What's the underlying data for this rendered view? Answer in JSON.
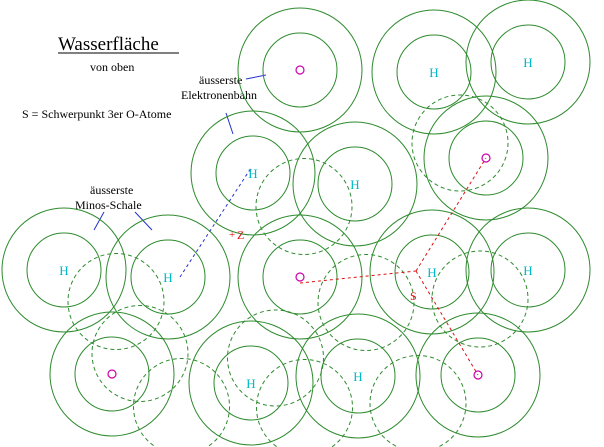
{
  "title": "Wasserfläche",
  "subtitle": "von oben",
  "labels": {
    "electron_orbit": [
      "äusserste",
      "Elektronenbahn"
    ],
    "centroid_legend": "S = Schwerpunkt 3er O-Atome",
    "minos_shell": [
      "äusserste",
      "Minos-Schale"
    ],
    "point_z": "Z",
    "point_s": "S"
  },
  "atoms": [
    {
      "id": "o-top",
      "symbol": "O",
      "marker": "circle"
    },
    {
      "id": "h-top-mid",
      "symbol": "H"
    },
    {
      "id": "h-top-right",
      "symbol": "H"
    },
    {
      "id": "h-upper-left",
      "symbol": "H"
    },
    {
      "id": "h-upper-mid",
      "symbol": "H"
    },
    {
      "id": "o-upper-right",
      "symbol": "O",
      "marker": "circle"
    },
    {
      "id": "h-left-1",
      "symbol": "H"
    },
    {
      "id": "h-left-2",
      "symbol": "H"
    },
    {
      "id": "o-center",
      "symbol": "O",
      "marker": "circle"
    },
    {
      "id": "h-center-right",
      "symbol": "H"
    },
    {
      "id": "h-right",
      "symbol": "H"
    },
    {
      "id": "o-bottom-left",
      "symbol": "O",
      "marker": "circle"
    },
    {
      "id": "h-bottom-1",
      "symbol": "H"
    },
    {
      "id": "h-bottom-2",
      "symbol": "H"
    },
    {
      "id": "o-bottom-right",
      "symbol": "O",
      "marker": "circle"
    }
  ],
  "colors": {
    "shell": "#2e8b2e",
    "hydrogen": "#00b8c8",
    "oxygen": "#cc00aa",
    "red_line": "#dd1111",
    "blue_line": "#2233cc",
    "text": "#000000"
  }
}
